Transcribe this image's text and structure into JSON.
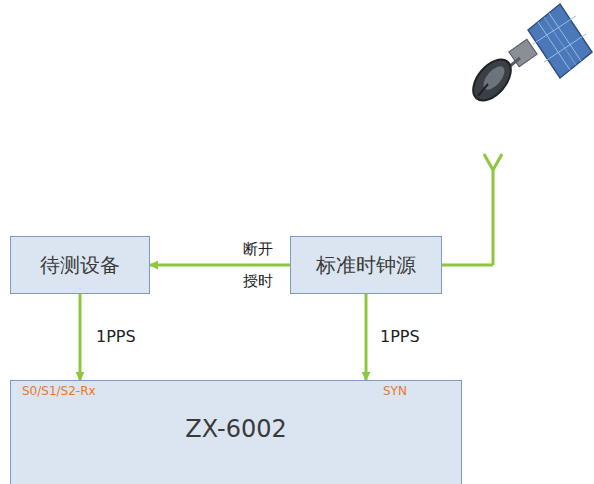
{
  "diagram": {
    "nodes": [
      {
        "text": [
          "待测设备"
        ]
      },
      {
        "text": [
          "标准时钟源"
        ]
      },
      {
        "text": [
          "ZX-6002"
        ]
      }
    ],
    "edges": [
      {
        "from": 1,
        "to": 0,
        "arrow": "to",
        "label": "断开 授时"
      },
      {
        "from": 0,
        "to": 2,
        "arrow": "to",
        "label": "1PPS"
      },
      {
        "from": 1,
        "to": 2,
        "arrow": "to",
        "label": "1PPS"
      }
    ],
    "labels": [
      "S0/S1/S2-Rx",
      "SYN"
    ]
  }
}
